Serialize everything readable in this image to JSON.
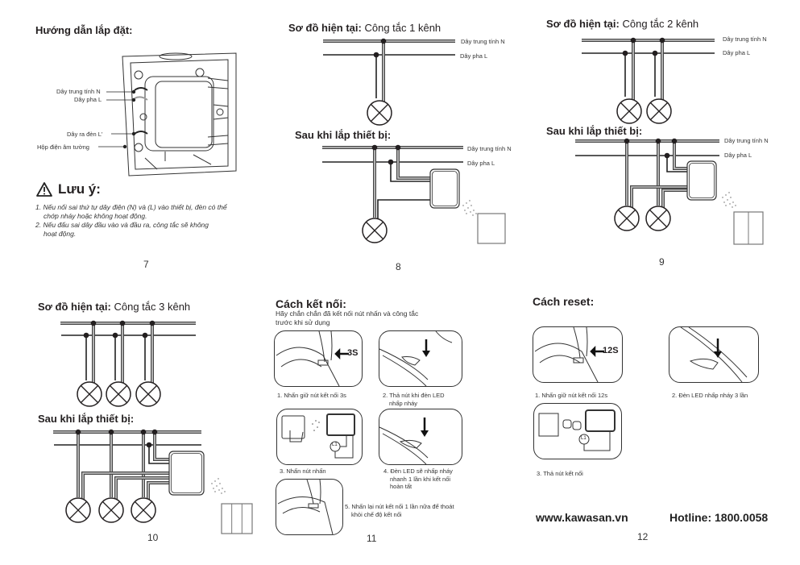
{
  "pages": {
    "p7": {
      "title": "Hướng dẫn lắp đặt:",
      "labels": [
        "Dây trung tính N",
        "Dây pha L",
        "Dây ra đèn L'",
        "Hộp điện âm tường"
      ],
      "warning_title": "Lưu ý:",
      "notes": [
        "1. Nếu nối sai thứ tự dây điện (N) và (L) vào thiết bị, đèn có thể",
        "chớp nháy hoặc không hoạt động.",
        "2. Nếu đấu sai dây đầu vào và đầu ra, công tắc sẽ không",
        "hoạt động."
      ],
      "number": "7"
    },
    "p8": {
      "title_bold": "Sơ đồ hiện tại:",
      "title_normal": "Công tắc 1 kênh",
      "after_title": "Sau khi lắp thiết bị:",
      "neutral": "Dây trung tính N",
      "phase": "Dây pha L",
      "number": "8"
    },
    "p9": {
      "title_bold": "Sơ đồ hiện tại:",
      "title_normal": "Công tắc 2 kênh",
      "after_title": "Sau khi lắp thiết bị:",
      "neutral": "Dây trung tính N",
      "phase": "Dây pha L",
      "number": "9"
    },
    "p10": {
      "title_bold": "Sơ đồ hiện tại:",
      "title_normal": "Công tắc 3 kênh",
      "after_title": "Sau khi lắp thiết bị:",
      "number": "10"
    },
    "p11": {
      "title": "Cách kết nối:",
      "intro": [
        "Hãy chắn chắn đã kết nối nút nhấn và công tắc",
        "trước khi sử dụng"
      ],
      "hold_label": "3S",
      "steps": [
        [
          "1. Nhấn giữ nút kết nối 3s"
        ],
        [
          "2. Thả nút khi đèn LED",
          "nhấp nháy"
        ],
        [
          "3. Nhấn nút nhấn"
        ],
        [
          "4. Đèn LED sẽ nhấp nháy",
          "nhanh 1 lần khi kết nối",
          "hoàn tất"
        ],
        [
          "5. Nhấn lại nút kết nối 1 lần nữa để thoát",
          "khỏi chế độ kết nối"
        ]
      ],
      "lamp_label": "L1",
      "number": "11"
    },
    "p12": {
      "title": "Cách reset:",
      "hold_label": "12S",
      "steps": [
        "1. Nhấn giữ nút kết nối 12s",
        "2. Đèn LED nhấp nháy 3 lần",
        "3. Thả nút kết nối"
      ],
      "lamp_label": "L1",
      "website": "www.kawasan.vn",
      "hotline": "Hotline: 1800.0058",
      "number": "12"
    }
  }
}
